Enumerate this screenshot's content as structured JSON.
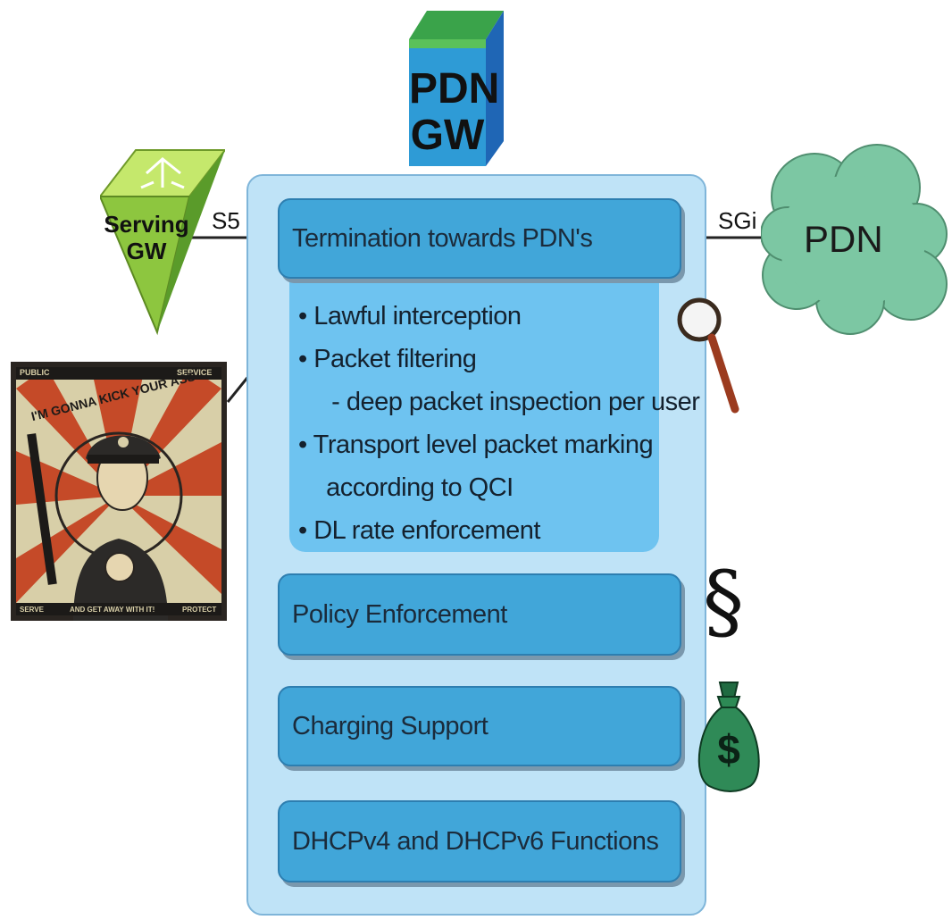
{
  "pdn_gw": {
    "line1": "PDN",
    "line2": "GW"
  },
  "serving_gw": {
    "line1": "Serving",
    "line2": "GW"
  },
  "interfaces": {
    "s5": "S5",
    "sgi": "SGi"
  },
  "pdn_cloud": {
    "label": "PDN"
  },
  "functions": {
    "termination": "Termination towards PDN's",
    "bullets": [
      "• Lawful interception",
      "• Packet filtering",
      "  - deep packet inspection per user",
      "• Transport level packet marking",
      "  according to QCI",
      "• DL rate enforcement"
    ],
    "policy": "Policy Enforcement",
    "charging": "Charging Support",
    "dhcp": "DHCPv4 and DHCPv6 Functions"
  },
  "icons": {
    "section_symbol": "§",
    "dollar": "$",
    "poster_top_left": "PUBLIC",
    "poster_top_right": "SERVICE",
    "poster_headline": "I'M GONNA KICK YOUR ASS",
    "poster_bottom_left": "SERVE",
    "poster_bottom_mid": "AND GET AWAY WITH IT!",
    "poster_bottom_right": "PROTECT"
  },
  "colors": {
    "panel": "#bfe3f7",
    "function_box": "#41a6d9",
    "bullet_box": "#6ec3f0",
    "cloud": "#7cc7a3",
    "gw_blue": "#2e9bd6",
    "gw_green": "#3aa34a",
    "serving_green": "#8dc63f"
  }
}
